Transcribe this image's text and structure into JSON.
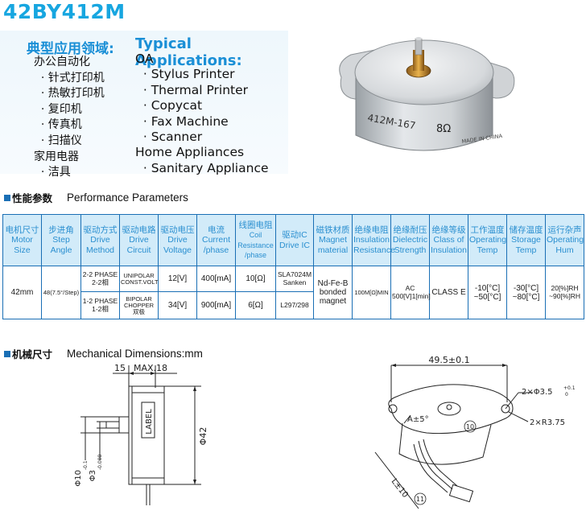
{
  "model": "42BY412M",
  "applications": {
    "zh_heading": "典型应用领域:",
    "en_heading": "Typical Applications:",
    "zh_items": [
      {
        "text": "办公自动化",
        "bullet": false
      },
      {
        "text": "针式打印机",
        "bullet": true
      },
      {
        "text": "热敏打印机",
        "bullet": true
      },
      {
        "text": "复印机",
        "bullet": true
      },
      {
        "text": "传真机",
        "bullet": true
      },
      {
        "text": "扫描仪",
        "bullet": true
      },
      {
        "text": "家用电器",
        "bullet": false
      },
      {
        "text": "洁具",
        "bullet": true
      }
    ],
    "en_items": [
      {
        "text": "OA",
        "bullet": false
      },
      {
        "text": "Stylus Printer",
        "bullet": true
      },
      {
        "text": "Thermal Printer",
        "bullet": true
      },
      {
        "text": "Copycat",
        "bullet": true
      },
      {
        "text": "Fax Machine",
        "bullet": true
      },
      {
        "text": "Scanner",
        "bullet": true
      },
      {
        "text": "Home Appliances",
        "bullet": false
      },
      {
        "text": "Sanitary Appliance",
        "bullet": true
      }
    ]
  },
  "photo": {
    "label_model": "412M-167",
    "label_ohm": "8Ω",
    "label_origin": "MADE IN CHINA"
  },
  "performance": {
    "zh_title": "性能参数",
    "en_title": "Performance Parameters",
    "headers": [
      [
        "电机尺寸",
        "Motor",
        "Size"
      ],
      [
        "步进角",
        "Step",
        "Angle"
      ],
      [
        "驱动方式",
        "Drive",
        "Method"
      ],
      [
        "驱动电路",
        "Drive",
        "Circuit"
      ],
      [
        "驱动电压",
        "Drive",
        "Voltage"
      ],
      [
        "电流",
        "Current",
        "/phase"
      ],
      [
        "线圈电阻",
        "Coil",
        "Resistance",
        "/phase"
      ],
      [
        "驱动IC",
        "Drive IC"
      ],
      [
        "磁铁材质",
        "Magnet",
        "material"
      ],
      [
        "绝缘电阻",
        "Insulation",
        "Resistance"
      ],
      [
        "绝缘耐压",
        "Dielectric",
        "Strength"
      ],
      [
        "绝缘等级",
        "Class of",
        "Insulation"
      ],
      [
        "工作温度",
        "Operating",
        "Temp"
      ],
      [
        "储存温度",
        "Storage",
        "Temp"
      ],
      [
        "运行杂声",
        "Operating",
        "Hum"
      ]
    ],
    "motor_size": "42mm",
    "step_angle": "48(7.5°/Step)",
    "magnet": [
      "Nd-Fe-B",
      "bonded",
      "magnet"
    ],
    "insulation_resistance": "100M[Ω]MIN",
    "dielectric_strength": [
      "AC",
      "500[V]1[min]"
    ],
    "insulation_class": "CLASS E",
    "operating_temp": [
      "-10[°C]",
      "~50[°C]"
    ],
    "storage_temp": [
      "-30[°C]",
      "~80[°C]"
    ],
    "operating_hum": [
      "20[%]RH",
      "~90[%]RH"
    ],
    "rows": [
      {
        "drive_method": [
          "2-2 PHASE",
          "2-2相"
        ],
        "drive_circuit": [
          "UNIPOLAR",
          "CONST.VOLT"
        ],
        "voltage": "12[V]",
        "current": "400[mA]",
        "resistance": "10[Ω]",
        "drive_ic": [
          "SLA7024M",
          "Sanken"
        ]
      },
      {
        "drive_method": [
          "1-2 PHASE",
          "1-2相"
        ],
        "drive_circuit": [
          "BIPOLAR",
          "CHOPPER",
          "双极"
        ],
        "voltage": "34[V]",
        "current": "900[mA]",
        "resistance": "6[Ω]",
        "drive_ic": [
          "L297/298"
        ]
      }
    ]
  },
  "mechanical": {
    "zh_title": "机械尺寸",
    "en_title": "Mechanical Dimensions:mm",
    "left": {
      "dim_15": "15",
      "dim_max18": "MAX.18",
      "label": "LABEL",
      "phi42": "Φ42",
      "phi10": "Φ10",
      "phi10_tol": "-0.1",
      "phi3": "Φ3",
      "phi3_tol": "-0.008"
    },
    "right": {
      "width": "49.5±0.1",
      "holes": "2×Φ3.5",
      "holes_tol_top": "+0.1",
      "holes_tol_bot": "0",
      "radius": "2×R3.75",
      "angle": "A±5°",
      "circle_num": "10",
      "lead_length": "L±10",
      "circle_num2": "11"
    }
  }
}
